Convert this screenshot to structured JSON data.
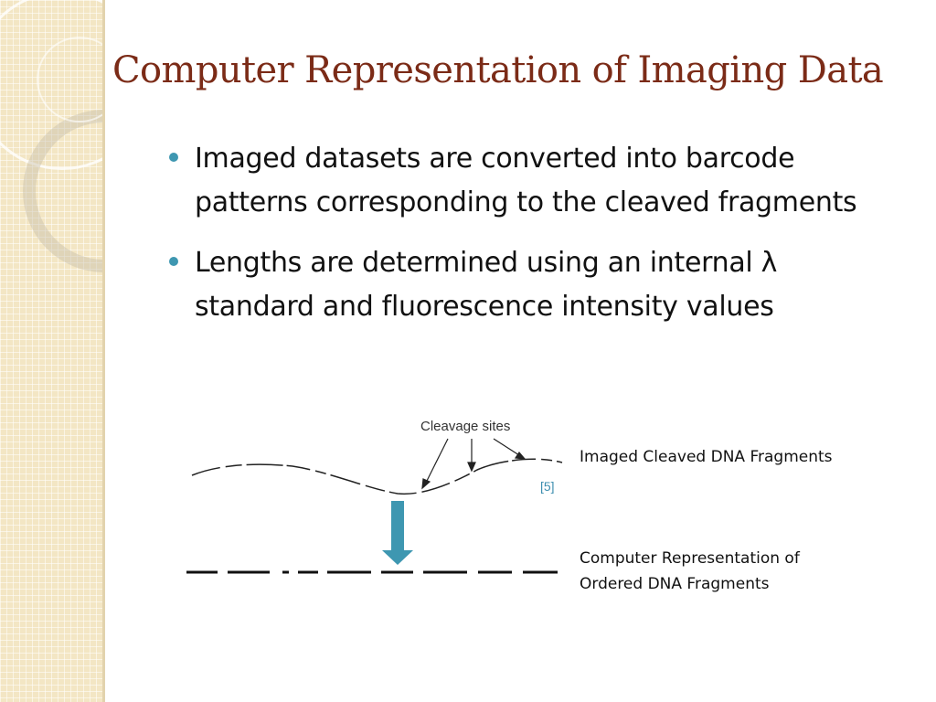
{
  "slide": {
    "title": "Computer Representation of Imaging Data",
    "bullets": [
      "Imaged datasets are converted into barcode patterns corresponding to the cleaved fragments",
      "Lengths are determined using an internal λ standard and fluorescence intensity values"
    ],
    "accent_color": "#3e97b1",
    "title_color": "#7b2b17"
  },
  "figure": {
    "cleavage_label": "Cleavage sites",
    "citation": "[5]",
    "imaged_caption": "Imaged Cleaved DNA Fragments",
    "computer_caption_line1": "Computer Representation of",
    "computer_caption_line2": "Ordered DNA Fragments",
    "icons": [
      "arrow-down-icon"
    ]
  }
}
